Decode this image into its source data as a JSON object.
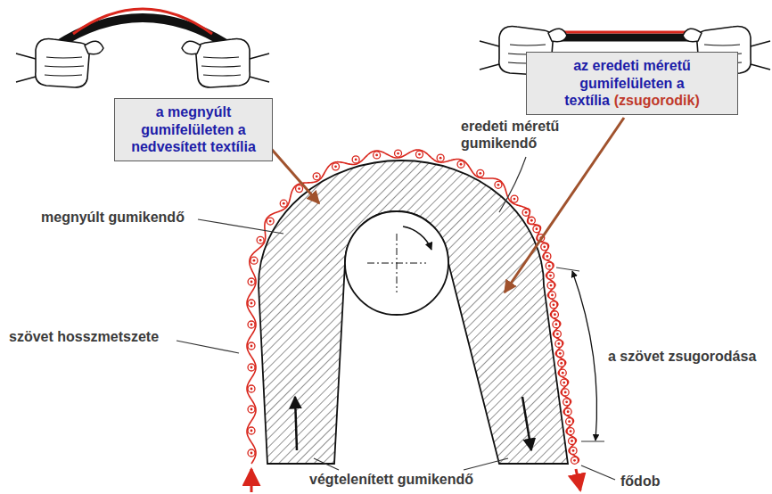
{
  "diagram": {
    "nodes": [
      {
        "text": [
          "a megnyúlt gumifelületen a nedvesített textília"
        ]
      },
      {
        "text": [
          "az eredeti méretű gumifelületen a textília",
          "(zsugorodik)"
        ]
      }
    ],
    "labels": [
      "eredeti méretű gumikendő",
      "megnyúlt gumikendő",
      "szövet hosszmetszete",
      "a szövet zsugorodása",
      "végtelenített gumikendő",
      "fődob"
    ]
  }
}
